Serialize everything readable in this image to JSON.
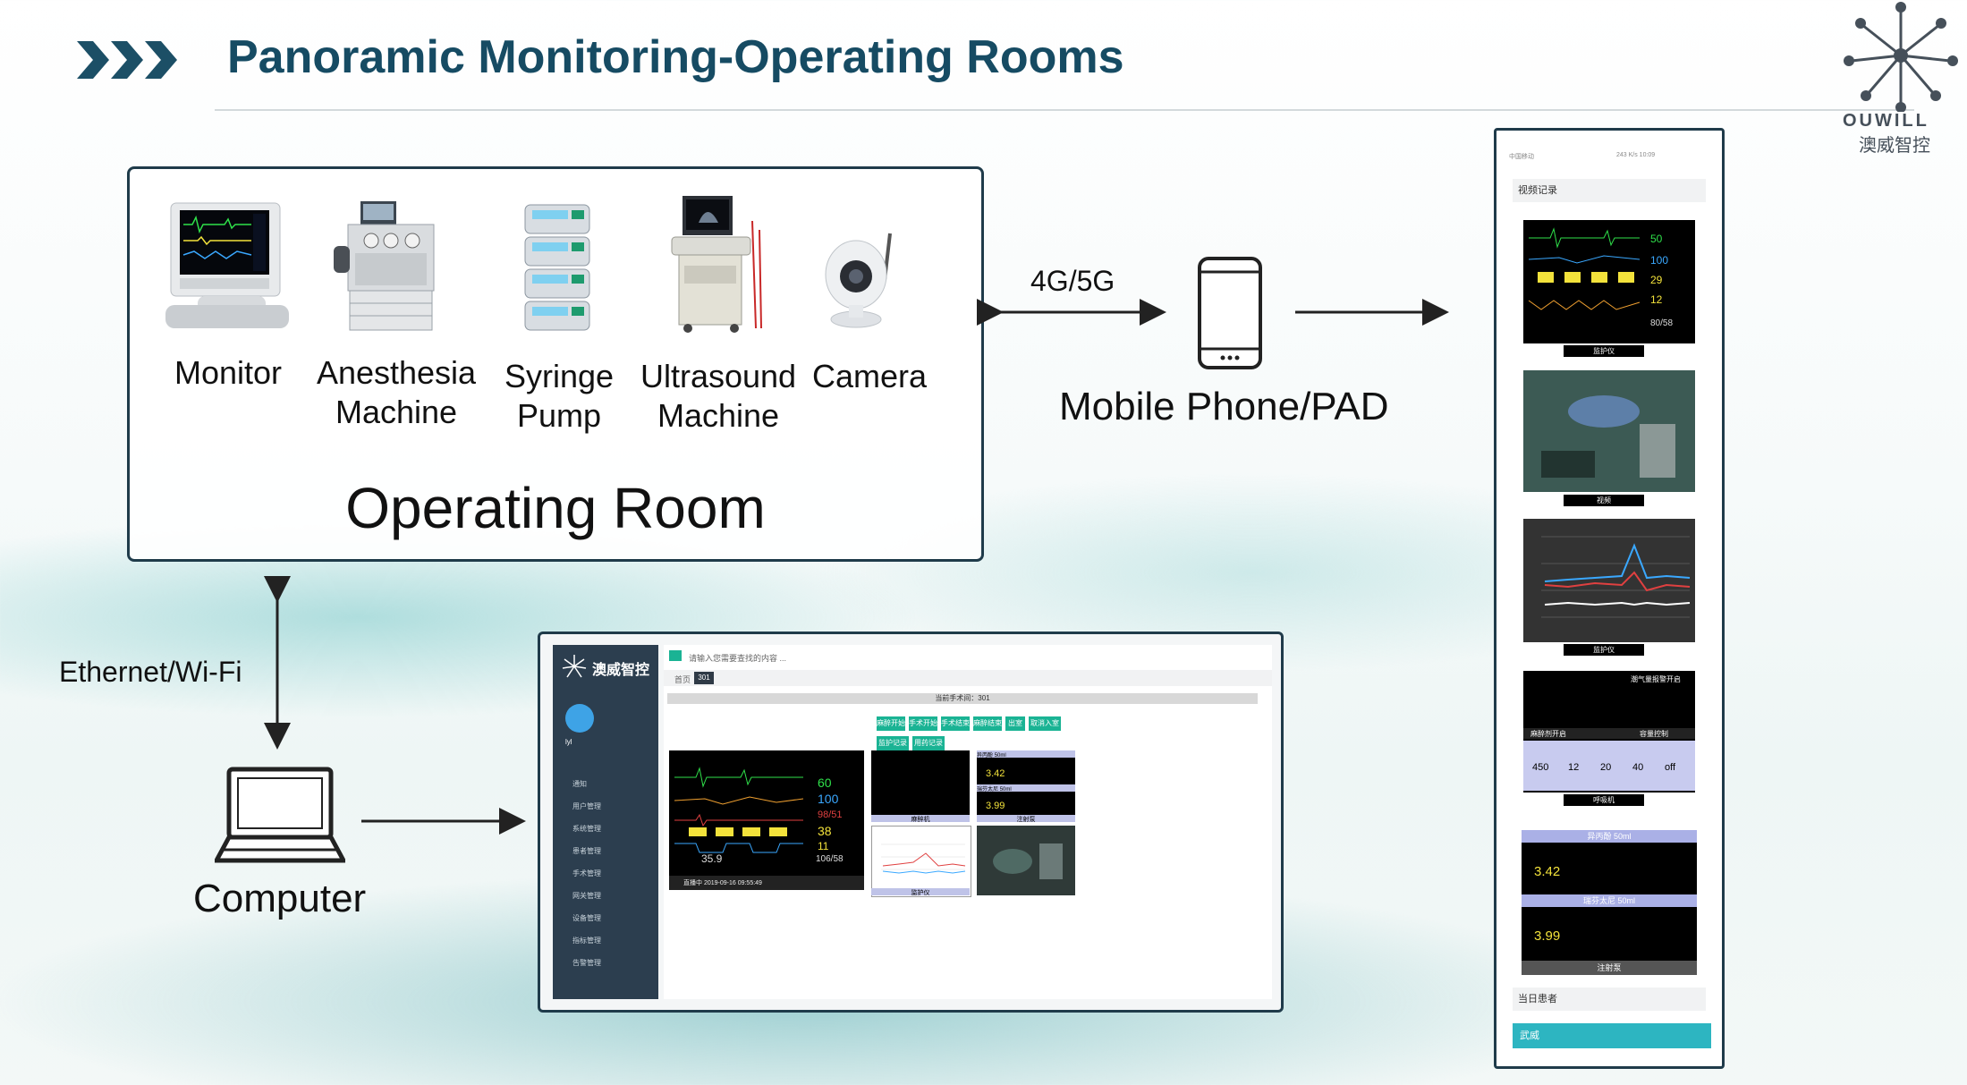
{
  "title": "Panoramic Monitoring-Operating Rooms",
  "logo": {
    "brand": "OUWILL",
    "brand_cn": "澳威智控"
  },
  "operating_room": {
    "label": "Operating Room",
    "devices": [
      {
        "line1": "Monitor",
        "line2": ""
      },
      {
        "line1": "Anesthesia",
        "line2": "Machine"
      },
      {
        "line1": "Syringe",
        "line2": "Pump"
      },
      {
        "line1": "Ultrasound",
        "line2": "Machine"
      },
      {
        "line1": "Camera",
        "line2": ""
      }
    ]
  },
  "links": {
    "mobile_network": "4G/5G",
    "wired_network": "Ethernet/Wi-Fi"
  },
  "mobile": {
    "label": "Mobile Phone/PAD"
  },
  "computer": {
    "label": "Computer"
  },
  "desktop_app": {
    "brand": "澳威智控",
    "search_placeholder": "请输入您需要查找的内容 ...",
    "tab_home": "首页",
    "tab_room": "301",
    "room_title": "当前手术间：301",
    "user": "lyl",
    "nav": [
      "通知",
      "用户管理",
      "系统管理",
      "患者管理",
      "手术管理",
      "网关管理",
      "设备管理",
      "指标管理",
      "告警管理"
    ],
    "actions": [
      "麻醉开始",
      "手术开始",
      "手术结束",
      "麻醉结束",
      "出室",
      "取消入室"
    ],
    "tabs2": [
      "监护记录",
      "用药记录"
    ],
    "monitor_values": [
      "60",
      "100",
      "98/51",
      "38",
      "11",
      "35.9",
      "106/58"
    ],
    "live_text": "直播中 2019-09-16 09:55:49",
    "captions": [
      "麻醉机",
      "注射泵",
      "监护仪"
    ],
    "pump": {
      "a_name": "异丙酚",
      "a_vol": "50ml",
      "a_value": "3.42",
      "b_name": "瑞芬太尼",
      "b_vol": "50ml",
      "b_value": "3.99"
    }
  },
  "mobile_app": {
    "status_left": "中国移动",
    "status_right": "243 K/s 10:09",
    "section_video": "视频记录",
    "cards": [
      {
        "caption": "监护仪"
      },
      {
        "caption": "视频"
      },
      {
        "caption": "监护仪"
      },
      {
        "caption": "呼吸机"
      }
    ],
    "monitor_values": [
      "50",
      "100",
      "29",
      "12",
      "80/58"
    ],
    "vent": {
      "top": "潮气量报警开启",
      "mid": "麻醉剂开启",
      "right": "容量控制",
      "values": [
        "450",
        "12",
        "20",
        "40",
        "off"
      ]
    },
    "pump": {
      "a_name": "异丙酚",
      "a_vol": "50ml",
      "a_value": "3.42",
      "b_name": "瑞芬太尼",
      "b_vol": "50ml",
      "b_value": "3.99",
      "caption": "注射泵"
    },
    "section_patients": "当日患者",
    "patient_button": "武威"
  }
}
